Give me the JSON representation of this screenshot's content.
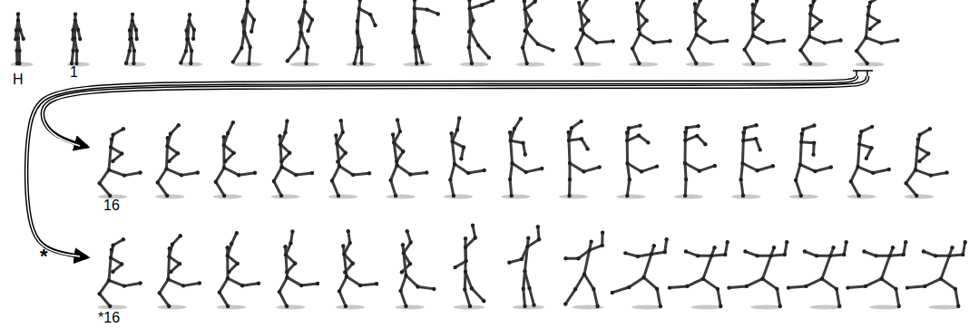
{
  "diagram": {
    "labels": [
      "H",
      "1",
      "16",
      "*",
      "*16"
    ]
  }
}
